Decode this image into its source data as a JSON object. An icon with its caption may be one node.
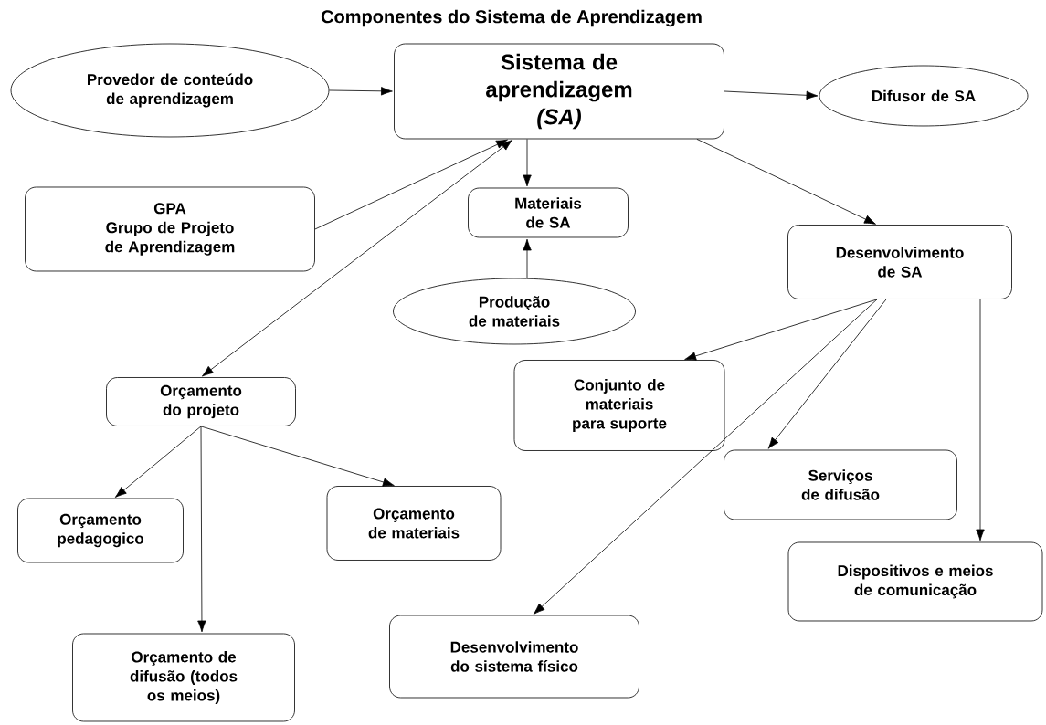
{
  "diagram": {
    "title": "Componentes do  Sistema de Aprendizagem",
    "nodes": [
      {
        "text": [
          "Provedor de conteúdo de aprendizagem"
        ]
      },
      {
        "text": [
          "Sistema de aprendizagem *(SA)*"
        ]
      },
      {
        "text": [
          "Difusor de SA"
        ]
      },
      {
        "text": [
          "GPA",
          "Grupo de Projeto de Aprendizagem"
        ]
      },
      {
        "text": [
          "Materiais de SA"
        ]
      },
      {
        "text": [
          "Desenvolvimento de SA"
        ]
      },
      {
        "text": [
          "Produção de materiais"
        ]
      },
      {
        "text": [
          "Orçamento do projeto"
        ]
      },
      {
        "text": [
          "Conjunto de materiais para suporte"
        ]
      },
      {
        "text": [
          "Serviços de difusão"
        ]
      },
      {
        "text": [
          "Orçamento pedagogico"
        ]
      },
      {
        "text": [
          "Orçamento de materiais"
        ]
      },
      {
        "text": [
          "Dispositivos e meios de comunicação"
        ]
      },
      {
        "text": [
          "Desenvolvimento do sistema físico"
        ]
      },
      {
        "text": [
          "Orçamento de difusão (todos os meios)"
        ]
      }
    ],
    "edges": [
      {
        "from": 0,
        "to": 1,
        "arrow": "to"
      },
      {
        "from": 1,
        "to": 2,
        "arrow": "to"
      },
      {
        "from": 3,
        "to": 1,
        "arrow": "to"
      },
      {
        "from": 1,
        "to": 4,
        "arrow": "to"
      },
      {
        "from": 6,
        "to": 4,
        "arrow": "to"
      },
      {
        "from": 1,
        "to": 5,
        "arrow": "to"
      },
      {
        "from": 1,
        "to": 7,
        "arrow": "both"
      },
      {
        "from": 5,
        "to": 8,
        "arrow": "to"
      },
      {
        "from": 5,
        "to": 13,
        "arrow": "to"
      },
      {
        "from": 5,
        "to": 9,
        "arrow": "to"
      },
      {
        "from": 5,
        "to": 12,
        "arrow": "to"
      },
      {
        "from": 7,
        "to": 10,
        "arrow": "to"
      },
      {
        "from": 7,
        "to": 11,
        "arrow": "to"
      },
      {
        "from": 7,
        "to": 14,
        "arrow": "to"
      }
    ]
  }
}
